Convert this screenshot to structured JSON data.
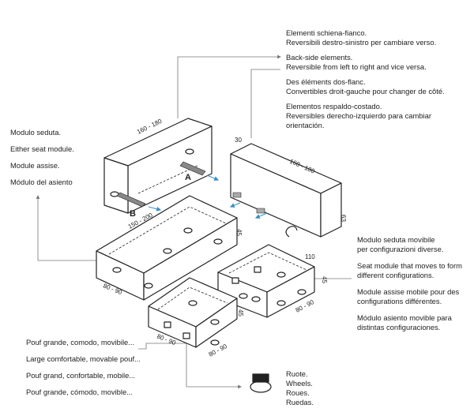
{
  "back_elements": {
    "it": [
      "Elementi schiena-fianco.",
      "Reversibili destro-sinistro per cambiare verso."
    ],
    "en": [
      "Back-side elements.",
      "Reversible from left to right and vice versa."
    ],
    "fr": [
      "Des éléments dos-flanc.",
      "Convertibles droit-gauche pour changer de côté."
    ],
    "es": [
      "Elementos respaldo-costado.",
      "Reversibles derecho-izquierdo para cambiar",
      "orientación."
    ]
  },
  "seat_module": {
    "it": "Modulo seduta.",
    "en": "Either seat module.",
    "fr": "Module assise.",
    "es": "Módulo del asiento"
  },
  "movable_seat": {
    "it": [
      "Modulo seduta movibile",
      "per configurazioni diverse."
    ],
    "en": [
      "Seat module that moves to form",
      "different configurations."
    ],
    "fr": [
      "Module assise mobile pour des",
      "configurations différentes."
    ],
    "es": [
      "Módulo asiento movible para",
      "distintas configuraciones."
    ]
  },
  "pouf": {
    "it": "Pouf grande, comodo, movibile...",
    "en": "Large comfortable, movable pouf...",
    "fr": "Pouf grand, confortable, mobile...",
    "es": "Pouf grande, cómodo, movible..."
  },
  "wheels": {
    "it": "Ruote.",
    "en": "Wheels.",
    "fr": "Roues.",
    "es": "Ruedas."
  },
  "dimensions": {
    "back_left_length": "160 - 180",
    "back_right_depth": "30",
    "back_right_length": "160 - 180",
    "back_right_height": "63",
    "seat_length": "150 - 200",
    "seat_depth": "80 - 90",
    "seat_height": "45",
    "move_width": "110",
    "move_height": "45",
    "move_depth": "80 - 90",
    "pouf_width": "80 - 90",
    "pouf_depth": "80 - 90",
    "pouf_height": "45"
  },
  "labels": {
    "a": "A",
    "b": "B"
  },
  "colors": {
    "line": "#222222",
    "arrow": "#3a8fc4",
    "connector": "#777777"
  }
}
